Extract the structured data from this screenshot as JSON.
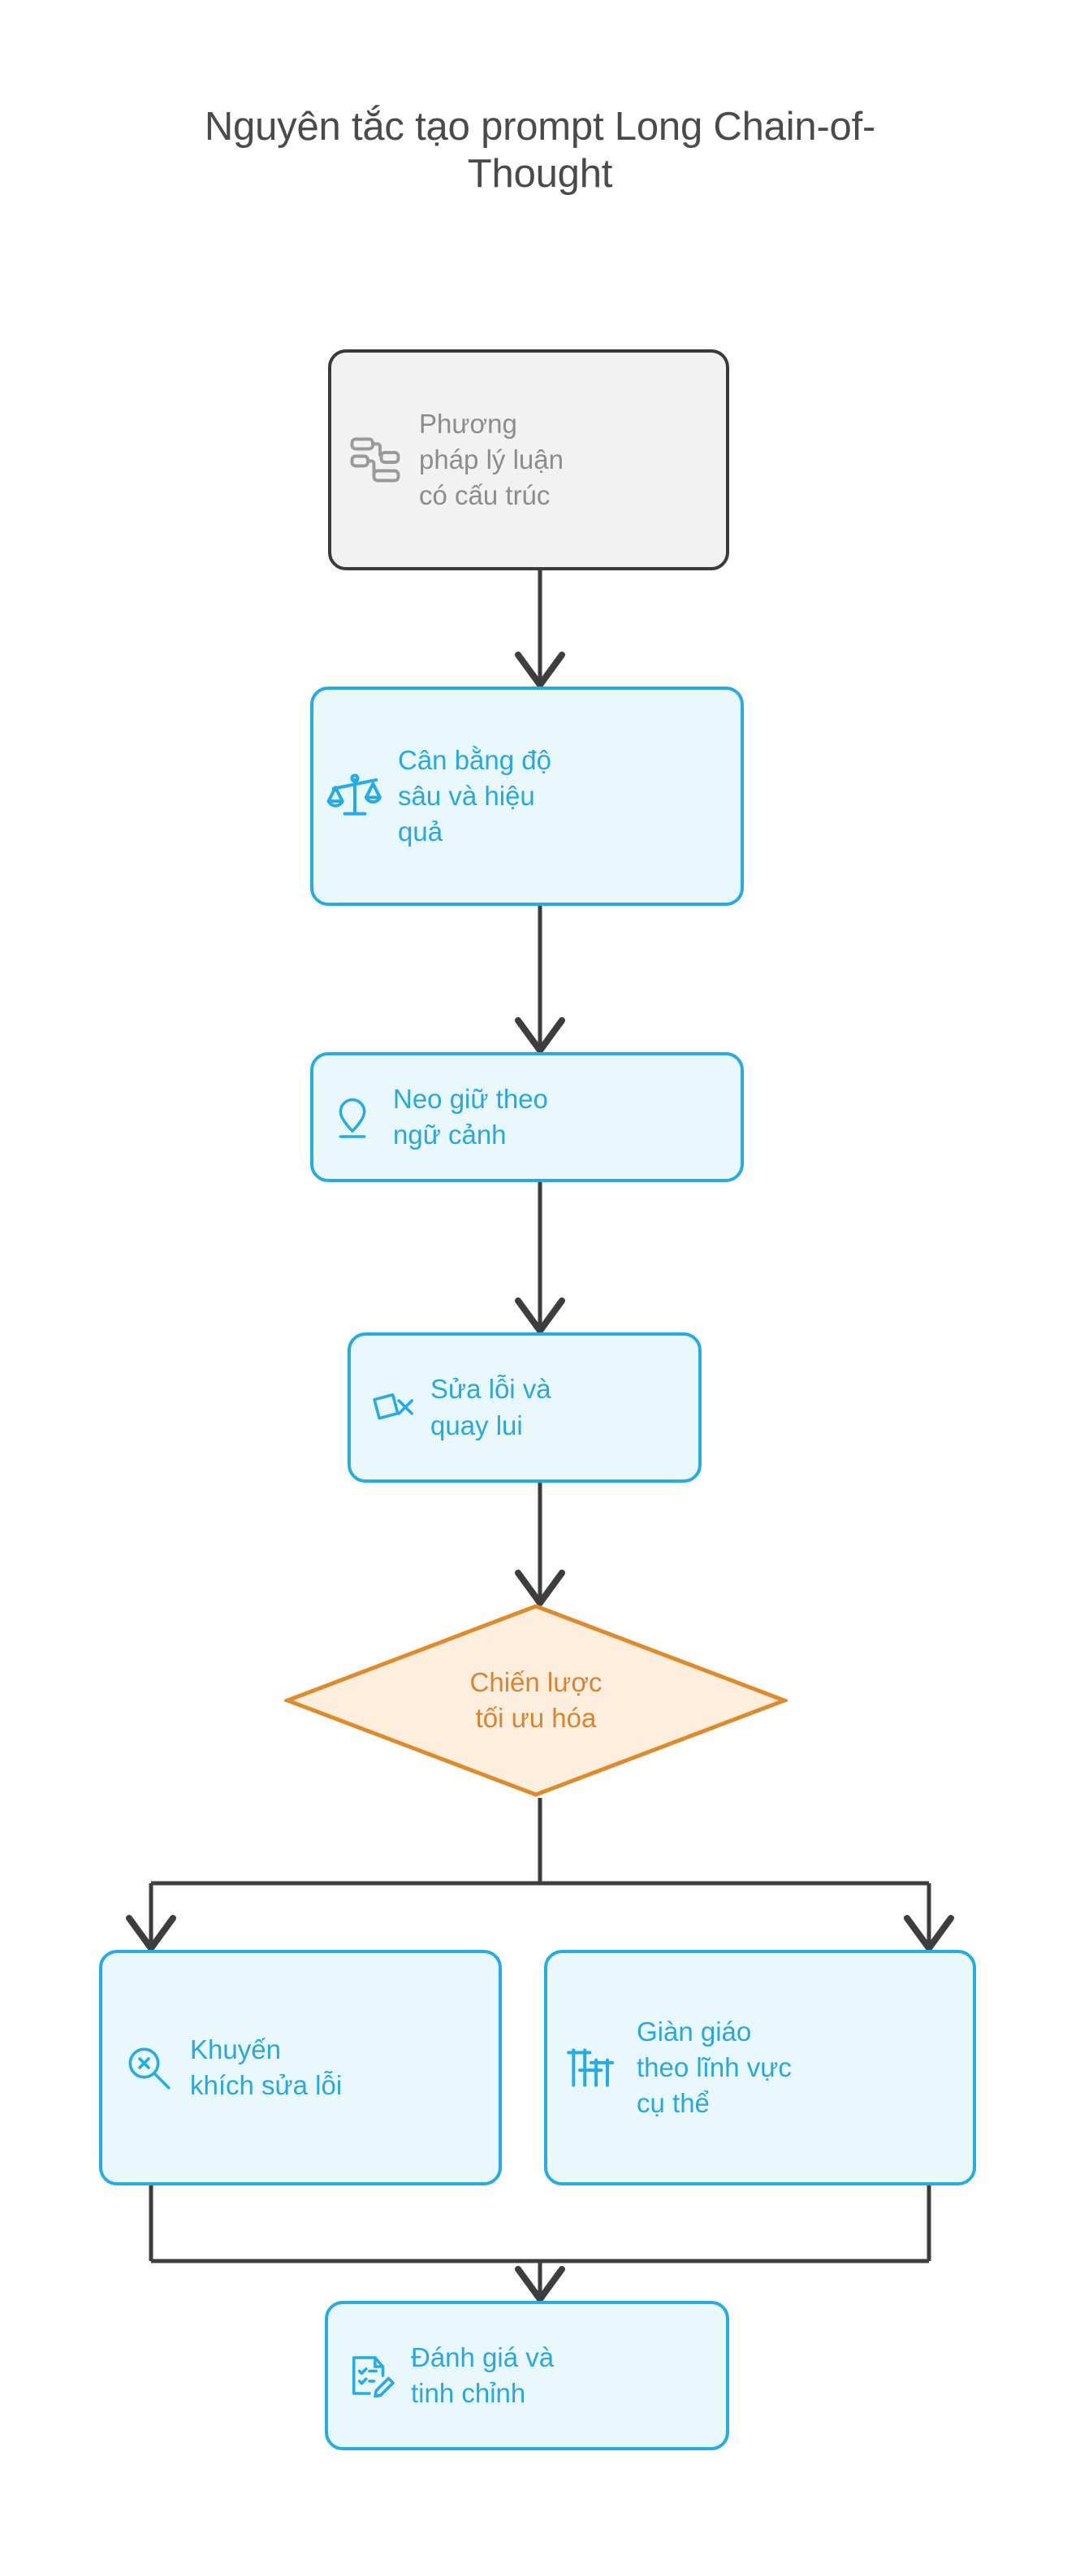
{
  "page": {
    "title": "Nguyên tắc tạo prompt Long Chain-of-\nThought",
    "background_color": "#ffffff"
  },
  "theme": {
    "process_fill": "#e8f8fd",
    "process_stroke": "#29abe2",
    "process_text": "#2ba7d8",
    "start_fill": "#f2f2f2",
    "start_stroke": "#3a3a3a",
    "start_text": "#8c8c8c",
    "decision_fill": "#fdeedd",
    "decision_stroke": "#e08a2e",
    "decision_text": "#d98432",
    "connector": "#3d3d3d",
    "title_text": "#4a4a4a"
  },
  "flowchart": {
    "type": "flowchart",
    "orientation": "top-to-bottom",
    "nodes": [
      {
        "id": "n1",
        "shape": "rounded-rect",
        "style": "start",
        "label": "Phương\npháp lý luận\ncó cấu trúc",
        "icon": "hierarchy-icon"
      },
      {
        "id": "n2",
        "shape": "rounded-rect",
        "style": "process",
        "label": "Cân bằng độ\nsâu và hiệu\nquả",
        "icon": "balance-scales-icon"
      },
      {
        "id": "n3",
        "shape": "rounded-rect",
        "style": "process",
        "label": "Neo giữ theo\nngữ cảnh",
        "icon": "location-pin-icon"
      },
      {
        "id": "n4",
        "shape": "rounded-rect",
        "style": "process",
        "label": "Sửa lỗi và\nquay lui",
        "icon": "undo-error-icon"
      },
      {
        "id": "n5",
        "shape": "diamond",
        "style": "decision",
        "label": "Chiến lược\ntối ưu hóa",
        "icon": null
      },
      {
        "id": "n6",
        "shape": "rounded-rect",
        "style": "process",
        "label": "Khuyến\nkhích sửa lỗi",
        "icon": "search-error-icon"
      },
      {
        "id": "n7",
        "shape": "rounded-rect",
        "style": "process",
        "label": "Giàn giáo\ntheo lĩnh vực\ncụ thể",
        "icon": "scaffolding-icon"
      },
      {
        "id": "n8",
        "shape": "rounded-rect",
        "style": "process",
        "label": "Đánh giá và\ntinh chỉnh",
        "icon": "checklist-edit-icon"
      }
    ],
    "edges": [
      {
        "from": "n1",
        "to": "n2",
        "label": ""
      },
      {
        "from": "n2",
        "to": "n3",
        "label": ""
      },
      {
        "from": "n3",
        "to": "n4",
        "label": ""
      },
      {
        "from": "n4",
        "to": "n5",
        "label": ""
      },
      {
        "from": "n5",
        "to": "n6",
        "label": ""
      },
      {
        "from": "n5",
        "to": "n7",
        "label": ""
      },
      {
        "from": "n6",
        "to": "n8",
        "label": ""
      },
      {
        "from": "n7",
        "to": "n8",
        "label": ""
      }
    ]
  }
}
